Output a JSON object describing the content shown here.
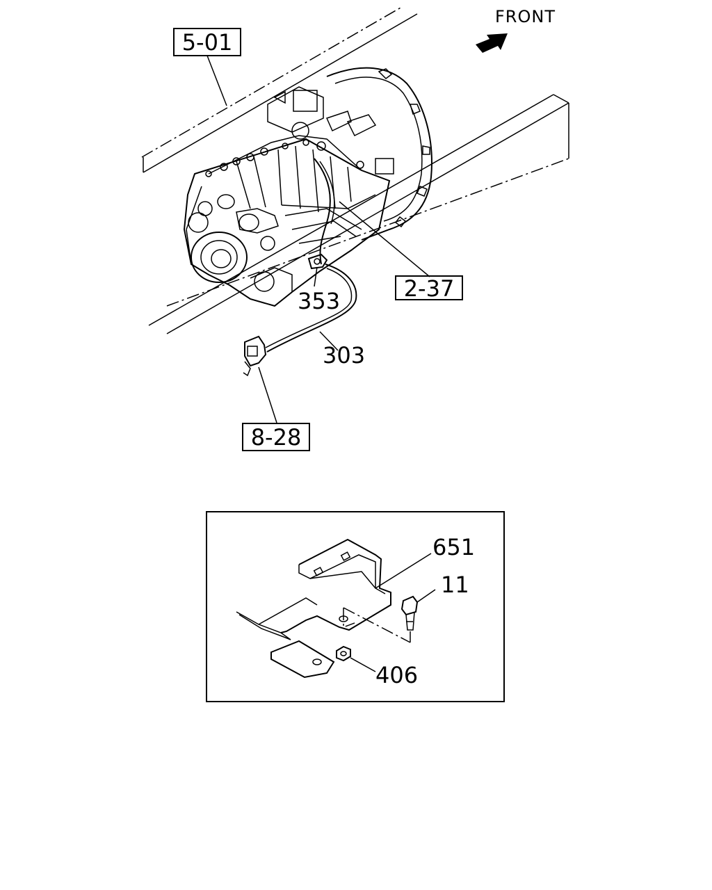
{
  "direction_label": "FRONT",
  "references": {
    "frame": "5-01",
    "transmission": "2-37",
    "sensor": "8-28"
  },
  "parts": {
    "clip": "353",
    "cable": "303",
    "bracket": "651",
    "bolt": "11",
    "nut": "406"
  }
}
